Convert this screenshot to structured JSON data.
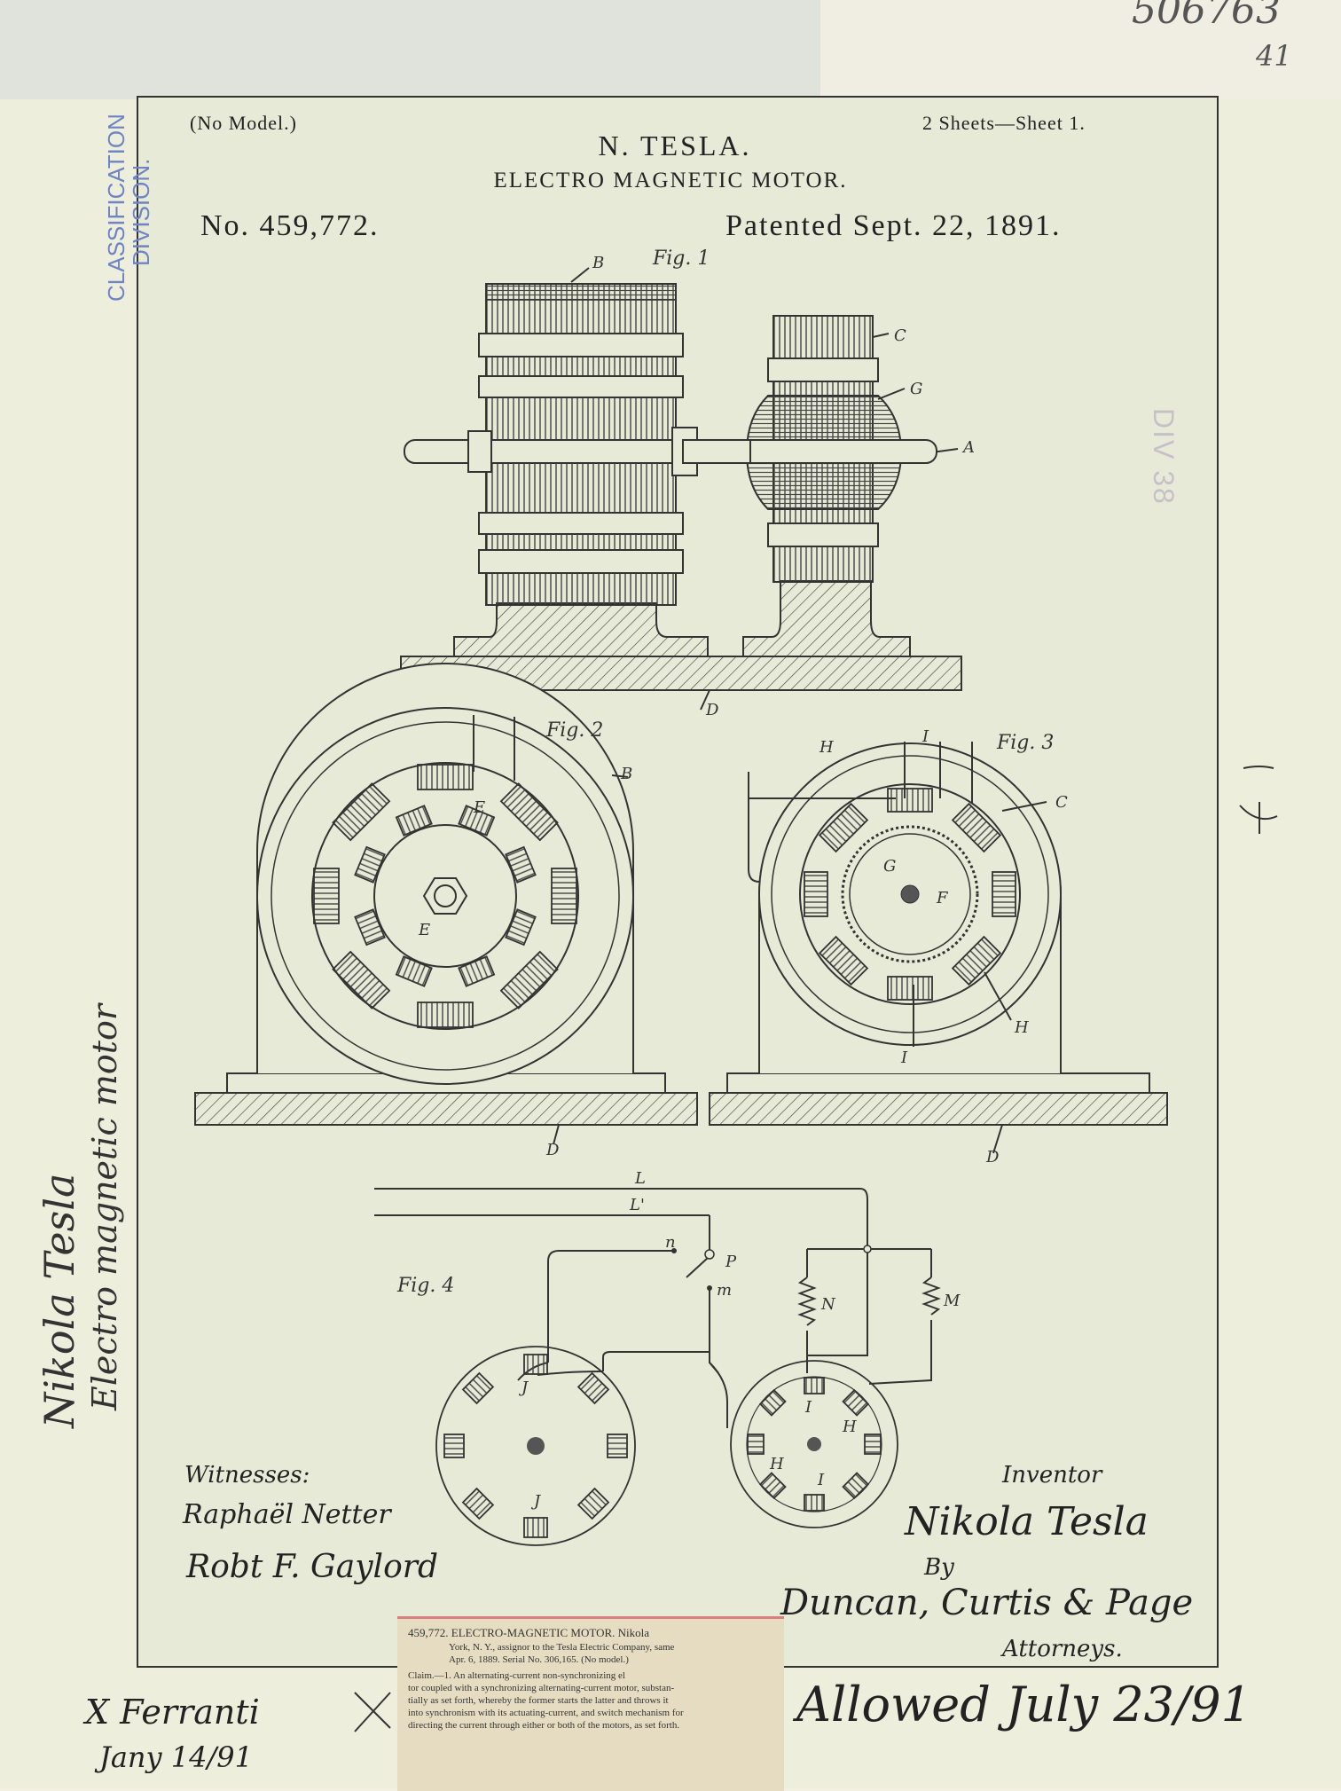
{
  "header": {
    "no_model": "(No Model.)",
    "sheets": "2 Sheets—Sheet 1.",
    "inventor_name": "N. TESLA.",
    "title": "ELECTRO MAGNETIC MOTOR.",
    "patent_no": "No. 459,772.",
    "patented": "Patented Sept. 22, 1891."
  },
  "figures": {
    "fig1": "Fig. 1",
    "fig2": "Fig. 2",
    "fig3": "Fig. 3",
    "fig4": "Fig. 4"
  },
  "ref_letters": {
    "A": "A",
    "B": "B",
    "C": "C",
    "D": "D",
    "E": "E",
    "F": "F",
    "G": "G",
    "H": "H",
    "I": "I",
    "J": "J",
    "L": "L",
    "L2": "L'",
    "M": "M",
    "N": "N",
    "n": "n",
    "m": "m",
    "P": "P"
  },
  "signatures": {
    "witnesses_label": "Witnesses:",
    "witness1": "Raphaël Netter",
    "witness2": "Robt F. Gaylord",
    "inventor_label": "Inventor",
    "inventor_sig": "Nikola Tesla",
    "by": "By",
    "attorneys_sig": "Duncan, Curtis & Page",
    "attorneys_label": "Attorneys."
  },
  "stamp": {
    "line1": "CLASSIFICATION",
    "line2": "DIVISION."
  },
  "margin_notes": {
    "corner_number": "506763",
    "corner_41": "41",
    "left_vertical_1": "Nikola Tesla",
    "left_vertical_2": "Electro magnetic motor",
    "bottom_left_name": "X Ferranti",
    "bottom_left_date": "Jany 14/91",
    "bottom_right": "Allowed July 23/91"
  },
  "clipping": {
    "head": "459,772. ELECTRO-MAGNETIC MOTOR. Nikola",
    "l1": "York, N. Y., assignor to the Tesla Electric Company, same",
    "l2": "Apr. 6, 1889. Serial No. 306,165. (No model.)",
    "l3": "Claim.—1. An alternating-current non-synchronizing el",
    "l4": "tor coupled with a synchronizing alternating-current motor, substan-",
    "l5": "tially as set forth, whereby the former starts the latter and throws it",
    "l6": "into synchronism with its actuating-current, and switch mechanism for",
    "l7": "directing the current through either or both of the motors, as set forth."
  }
}
